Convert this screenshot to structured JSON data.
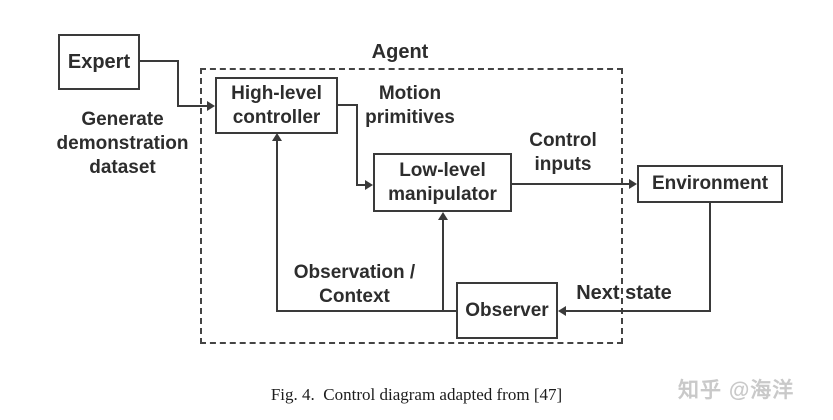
{
  "colors": {
    "line": "#3a3a3a",
    "text": "#2d2d2d",
    "watermark": "#c9c9c9"
  },
  "agent": {
    "label": "Agent"
  },
  "nodes": {
    "expert": {
      "label": "Expert"
    },
    "high_level_controller": {
      "label": "High-level controller"
    },
    "low_level_manipulator": {
      "label": "Low-level manipulator"
    },
    "environment": {
      "label": "Environment"
    },
    "observer": {
      "label": "Observer"
    }
  },
  "edge_labels": {
    "generate_dataset": "Generate demonstration dataset",
    "motion_primitives": "Motion primitives",
    "control_inputs": "Control inputs",
    "observation_context": "Observation / Context",
    "next_state": "Next state"
  },
  "caption": "Fig. 4.  Control diagram adapted from [47]",
  "watermark": "知乎 @海洋"
}
